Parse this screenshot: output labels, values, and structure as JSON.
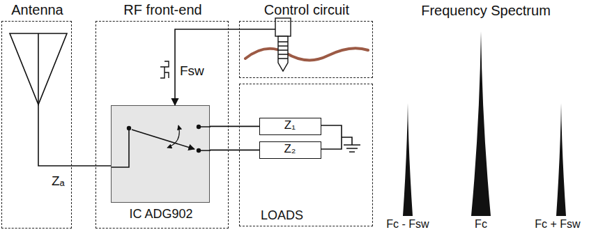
{
  "diagram": {
    "nodes": [
      {
        "text": [
          "Antenna"
        ]
      },
      {
        "text": [
          "RF front-end"
        ]
      },
      {
        "text": [
          "IC ADG902"
        ],
        "in": 1
      },
      {
        "text": [
          "Control circuit"
        ]
      },
      {
        "text": [
          "LOADS"
        ]
      },
      {
        "text": [
          "Z₁"
        ],
        "in": 4
      },
      {
        "text": [
          "Z₂"
        ],
        "in": 4
      }
    ],
    "edges": [
      {
        "from": 0,
        "to": 2,
        "arrow": "none",
        "label": "Zₐ"
      },
      {
        "from": 3,
        "to": 2,
        "arrow": "to",
        "label": "Fsw"
      },
      {
        "from": 2,
        "to": 5,
        "arrow": "none"
      },
      {
        "from": 2,
        "to": 6,
        "arrow": "none"
      }
    ],
    "labels": [
      "Frequency Spectrum",
      "Fc - Fsw",
      "Fc",
      "Fc + Fsw"
    ]
  }
}
